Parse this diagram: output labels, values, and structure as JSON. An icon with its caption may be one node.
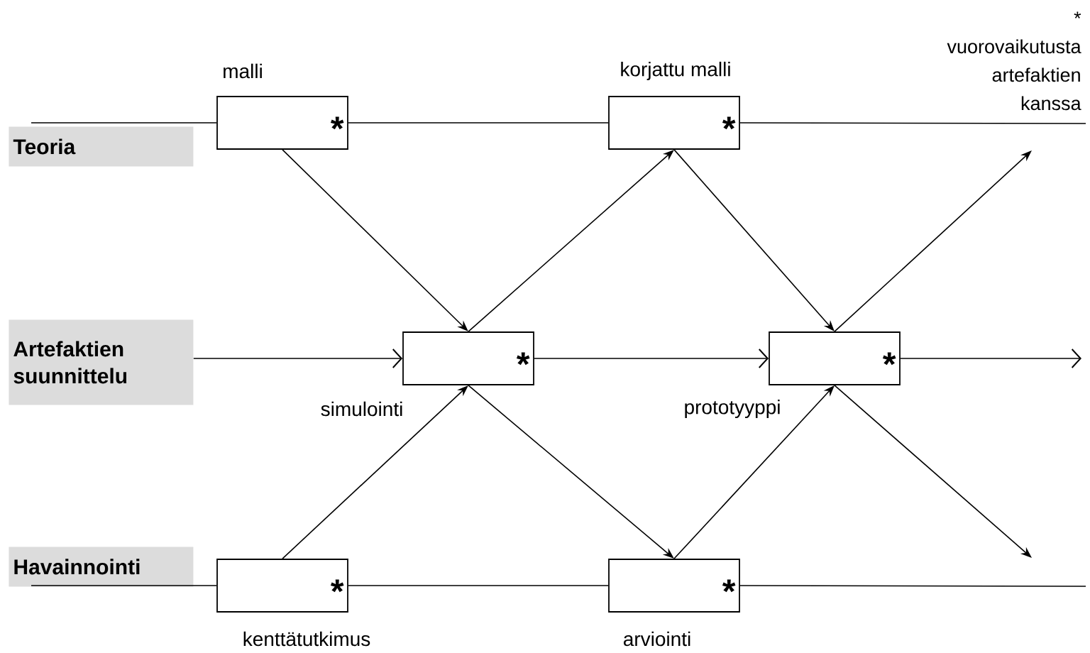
{
  "diagram": {
    "nodes": [
      {
        "text": [
          "Teoria"
        ]
      },
      {
        "text": [
          "malli",
          "*"
        ]
      },
      {
        "text": [
          "korjattu malli",
          "*"
        ]
      },
      {
        "text": [
          "Artefaktien suunnittelu"
        ]
      },
      {
        "text": [
          "*",
          "simulointi"
        ]
      },
      {
        "text": [
          "*",
          "prototyyppi"
        ]
      },
      {
        "text": [
          "Havainnointi"
        ]
      },
      {
        "text": [
          "*",
          "kenttätutkimus"
        ]
      },
      {
        "text": [
          "*",
          "arviointi"
        ]
      }
    ],
    "edges": [
      {
        "from": 0,
        "to": 1,
        "arrow": "none"
      },
      {
        "from": 1,
        "to": 2,
        "arrow": "none"
      },
      {
        "from": 2,
        "to": null,
        "arrow": "none"
      },
      {
        "from": 3,
        "to": 4,
        "arrow": "to"
      },
      {
        "from": 4,
        "to": 5,
        "arrow": "to"
      },
      {
        "from": 5,
        "to": null,
        "arrow": "to"
      },
      {
        "from": 6,
        "to": 7,
        "arrow": "none"
      },
      {
        "from": 7,
        "to": 8,
        "arrow": "none"
      },
      {
        "from": 8,
        "to": null,
        "arrow": "none"
      },
      {
        "from": 1,
        "to": 4,
        "arrow": "to"
      },
      {
        "from": 7,
        "to": 4,
        "arrow": "to"
      },
      {
        "from": 4,
        "to": 2,
        "arrow": "to"
      },
      {
        "from": 4,
        "to": 8,
        "arrow": "to"
      },
      {
        "from": 2,
        "to": 5,
        "arrow": "to"
      },
      {
        "from": 8,
        "to": 5,
        "arrow": "to"
      },
      {
        "from": 5,
        "to": null,
        "arrow": "to"
      },
      {
        "from": 5,
        "to": null,
        "arrow": "to"
      }
    ],
    "labels": [
      "* vuorovaikutusta artefaktien kanssa"
    ]
  }
}
